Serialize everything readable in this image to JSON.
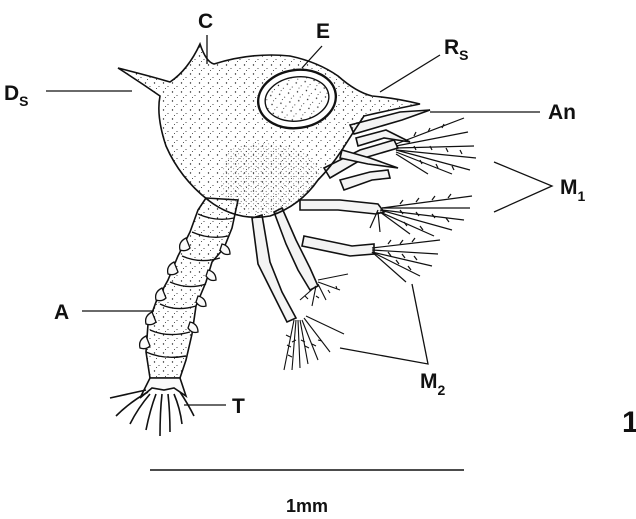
{
  "colors": {
    "ink": "#111111",
    "paper": "#ffffff",
    "shell": "#f2f2f2"
  },
  "labels": {
    "ds_main": "D",
    "ds_sub": "S",
    "c": "C",
    "e": "E",
    "rs_main": "R",
    "rs_sub": "S",
    "an": "An",
    "m1_main": "M",
    "m1_sub": "1",
    "a": "A",
    "m2_main": "M",
    "m2_sub": "2",
    "t": "T",
    "plate_number": "1"
  },
  "scale_bar": {
    "label": "1mm"
  }
}
